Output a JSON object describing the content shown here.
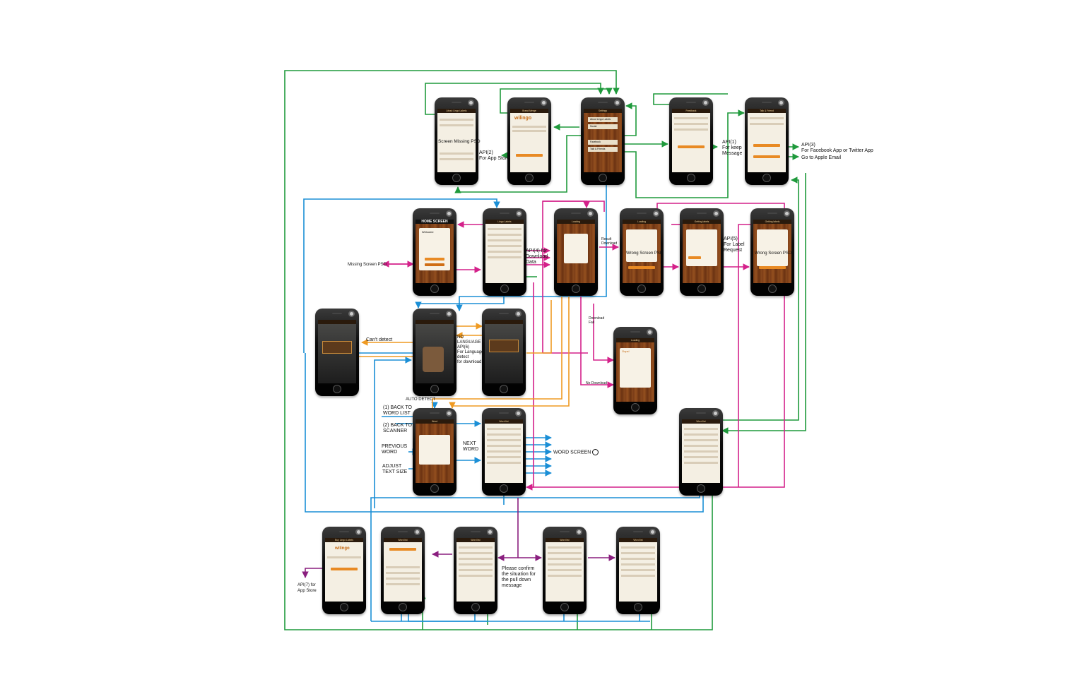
{
  "screens": {
    "about": {
      "title": "About Lingo Labels",
      "note": "Screen Missing PSD"
    },
    "brand": {
      "title": "Brand Merge",
      "logo": "wilingo"
    },
    "settings": {
      "title": "Settings",
      "items": [
        "About Lingo Labels",
        "Social",
        "Facebook",
        "Talk & Friends"
      ]
    },
    "feedback": {
      "title": "Feedback"
    },
    "tellfriend": {
      "title": "Talk & Friend"
    },
    "home": {
      "title": "HOME SCREEN",
      "welcome": "Welcome"
    },
    "labels": {
      "title": "Lingo Labels"
    },
    "loading1": {
      "title": "Loading"
    },
    "loading2": {
      "title": "Loading",
      "note": "Wrong Screen PSD"
    },
    "getting1": {
      "title": "Getting labels"
    },
    "getting2": {
      "title": "Getting labels",
      "note": "Wrong Screen PSD"
    },
    "loading3": {
      "title": "Loading",
      "msg": "Oops!"
    },
    "word": {
      "title": "Word"
    },
    "wordlist": {
      "title": "Word list"
    },
    "wordlist_r": {
      "title": "Word list"
    },
    "buy": {
      "title": "Buy Lingo Labels",
      "logo": "wilingo"
    },
    "b2": {
      "title": "Word list"
    },
    "b3": {
      "title": "Word list"
    },
    "b4": {
      "title": "Word list"
    },
    "b5": {
      "title": "Word list"
    }
  },
  "annotations": {
    "api2": "API(2)\nFor App Store",
    "api1": "API(1)\nFor keep\nMessage",
    "api3_a": "API(3)\nFor Facebook App or Twitter App",
    "api3_b": "Go to Apple Email",
    "missing_psd": "Missing Screen PSD",
    "api4": "API(4) for\nDownload\nData",
    "api5": "API(5)\nFor Label\nRequest",
    "result_download": "Result\nDownload",
    "download_fail": "Download\nFail",
    "no_download": "No Download",
    "cant_detect": "Can't detect",
    "no_language": "NO\nLANGUAGE\nAPI(6)\nFor Language\ndetect\nfor download",
    "auto_detect": "AUTO DETECT",
    "back_word_list": "(1) BACK TO\nWORD LIST",
    "back_scanner": "(2) BACK TO\nSCANNER",
    "previous_word": "PREVIOUS\nWORD",
    "next_word": "NEXT\nWORD",
    "adjust_text": "ADJUST\nTEXT SIZE",
    "word_screen": "WORD SCREEN",
    "api7": "API(7) for\nApp Store",
    "confirm": "Please confirm\nthe situation for\nthe pull down\nmessage"
  },
  "colors": {
    "green": "#1f9a3c",
    "blue": "#1b8fd6",
    "magenta": "#d4218a",
    "orange": "#ef9a22",
    "purple": "#8a1f7f"
  }
}
